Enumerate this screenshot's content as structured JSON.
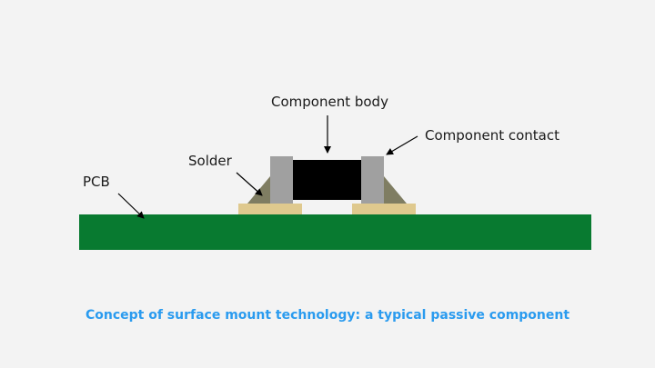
{
  "labels": {
    "component_body": "Component body",
    "component_contact": "Component contact",
    "solder": "Solder",
    "pcb": "PCB"
  },
  "caption": "Concept of surface mount technology: a typical passive component",
  "colors": {
    "background": "#f3f3f3",
    "pcb": "#087a30",
    "pad": "#dfc98e",
    "solder": "#7f7d62",
    "contact": "#a0a0a0",
    "body": "#000000",
    "caption": "#2a9bef",
    "arrow": "#000000"
  }
}
